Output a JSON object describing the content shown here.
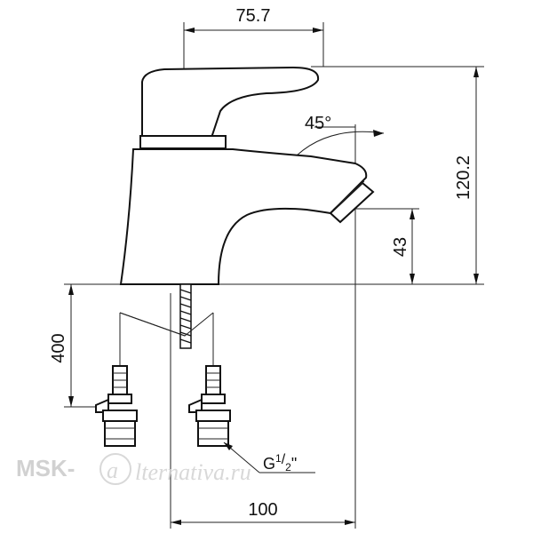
{
  "dimensions": {
    "spout_reach": "75.7",
    "total_height": "120.2",
    "spout_height": "43",
    "hose_length": "400",
    "hose_spacing": "100",
    "rotation_angle": "45°"
  },
  "thread": {
    "prefix": "G",
    "fraction_num": "1",
    "fraction_den": "2",
    "suffix": "\""
  },
  "watermark": {
    "brand": "MSK-",
    "script_tail": "lternativa.ru"
  },
  "colors": {
    "line": "#111111",
    "watermark": "#c9c9c9"
  }
}
